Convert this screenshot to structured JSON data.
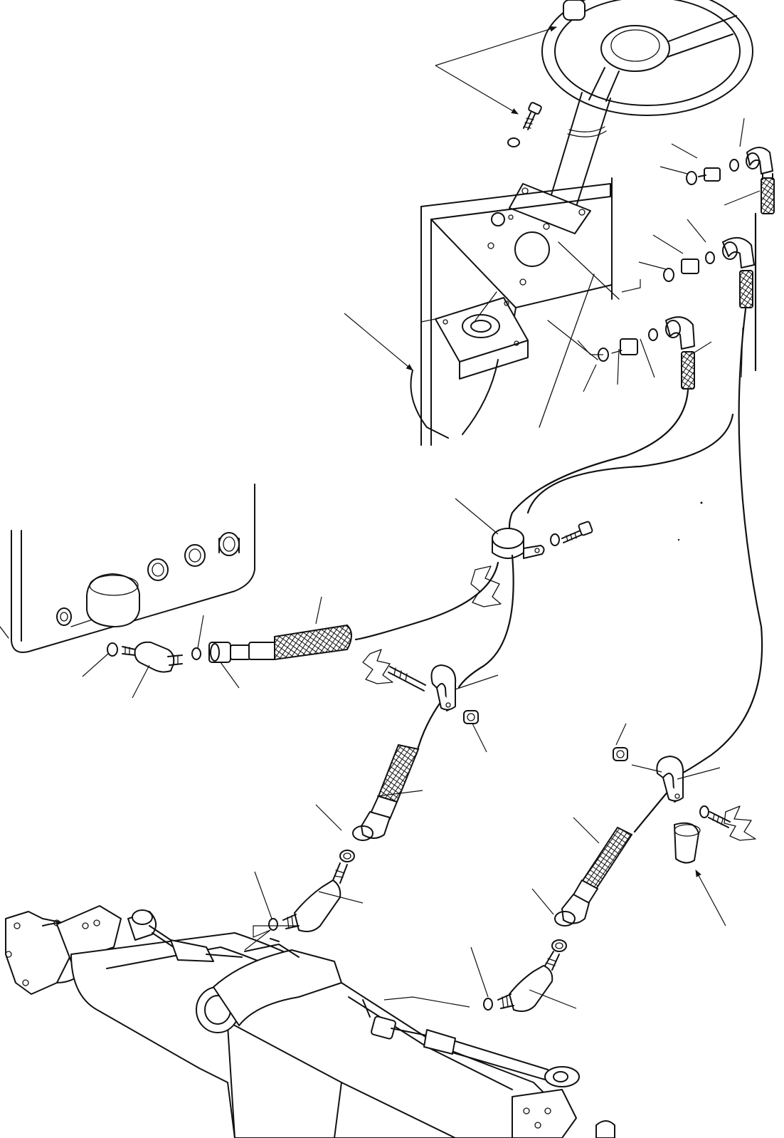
{
  "diagram": {
    "type": "exploded parts drawing",
    "colors": {
      "line": "#111111",
      "background": "#ffffff"
    },
    "groups": [
      {
        "name": "steering-wheel-and-column"
      },
      {
        "name": "steering-valve-fittings"
      },
      {
        "name": "hydraulic-hoses"
      },
      {
        "name": "hose-clamps"
      },
      {
        "name": "bulkhead-fittings"
      },
      {
        "name": "front-axle-steering-cylinder"
      }
    ]
  }
}
